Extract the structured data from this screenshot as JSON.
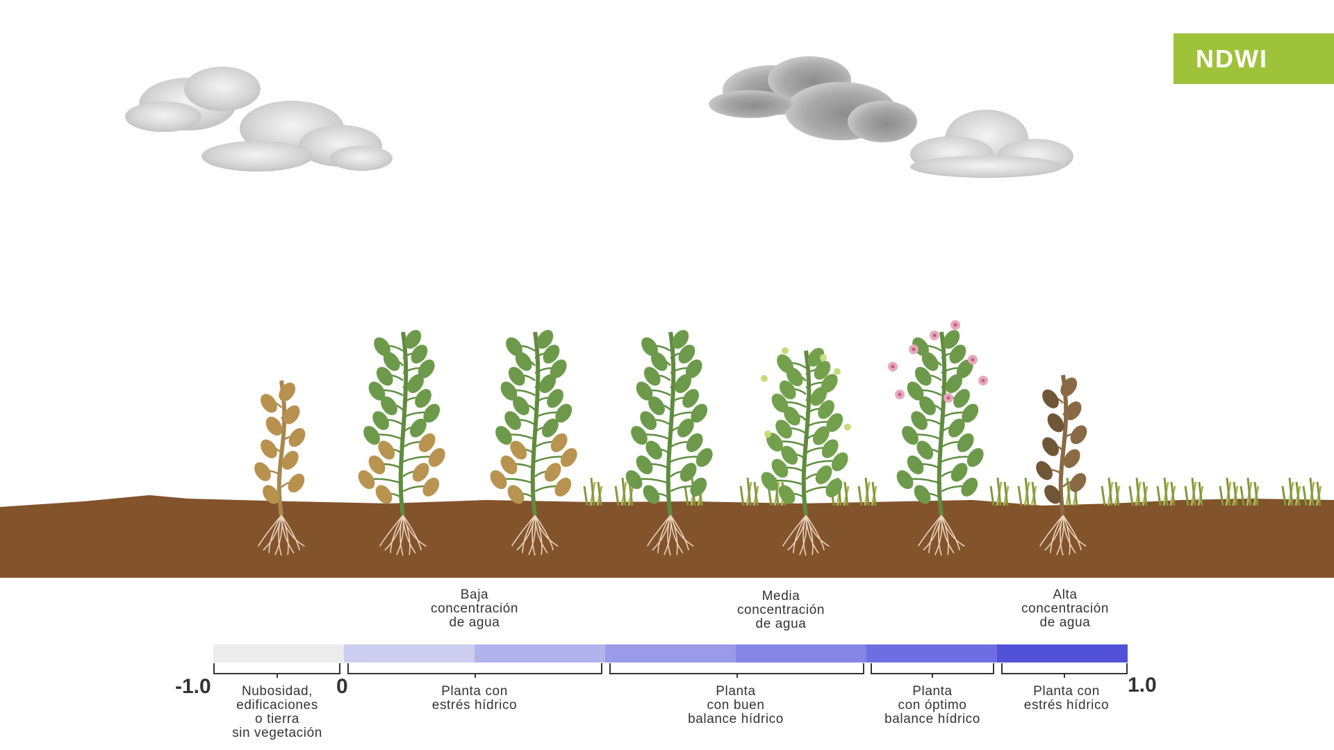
{
  "badge": {
    "label": "NDWI",
    "color": "#9ec23a"
  },
  "scale": {
    "min_label": "-1.0",
    "zero_label": "0",
    "max_label": "1.0"
  },
  "top_labels": [
    {
      "text": "Baja\nconcentración\nde agua"
    },
    {
      "text": "Media\nconcentración\nde agua"
    },
    {
      "text": "Alta\nconcentración\nde agua"
    }
  ],
  "bottom_labels": [
    {
      "text": "Nubosidad,\nedificaciones\no tierra\nsin vegetación"
    },
    {
      "text": "Planta con\nestrés hídrico"
    },
    {
      "text": "Planta\ncon buen\nbalance hídrico"
    },
    {
      "text": "Planta\ncon óptimo\nbalance hídrico"
    },
    {
      "text": "Planta con\nestrés hídrico"
    }
  ],
  "gradient_colors": [
    "#ececec",
    "#cdcdf0",
    "#b2b2ec",
    "#9a9ae8",
    "#8585e5",
    "#6e6ee2",
    "#5252d9"
  ],
  "soil_color": "#83532c",
  "plants": [
    {
      "state": "dry",
      "leaf_color": "#b8914f"
    },
    {
      "state": "partly-stressed",
      "leaf_color": "#6c9a4a"
    },
    {
      "state": "partly-stressed",
      "leaf_color": "#6c9a4a"
    },
    {
      "state": "healthy",
      "leaf_color": "#6c9a4a"
    },
    {
      "state": "healthy-budding",
      "leaf_color": "#73a04c"
    },
    {
      "state": "flowering",
      "leaf_color": "#6c9a4a"
    },
    {
      "state": "overwatered",
      "leaf_color": "#8a6a44"
    }
  ]
}
